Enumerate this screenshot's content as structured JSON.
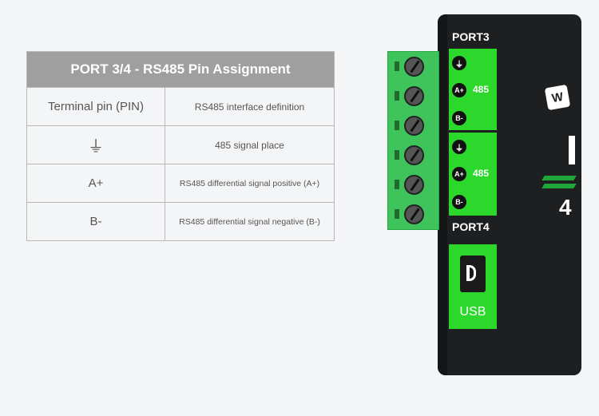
{
  "table": {
    "title": "PORT 3/4 - RS485 Pin Assignment",
    "header": {
      "col1": "Terminal pin (PIN)",
      "col2": "RS485 interface definition"
    },
    "rows": [
      {
        "pin": "⏚",
        "definition": "485 signal place",
        "pin_icon": "ground-icon"
      },
      {
        "pin": "A+",
        "definition": "RS485 differential signal positive (A+)"
      },
      {
        "pin": "B-",
        "definition": "RS485 differential signal negative (B-)"
      }
    ]
  },
  "device": {
    "port3_label": "PORT3",
    "port4_label": "PORT4",
    "ports": [
      {
        "pins": [
          "⏚",
          "A+",
          "B-"
        ],
        "protocol": "485"
      },
      {
        "pins": [
          "⏚",
          "A+",
          "B-"
        ],
        "protocol": "485"
      }
    ],
    "usb_label": "USB",
    "usb_glyph": "D",
    "partial_digit": "4",
    "colors": {
      "panel_green": "#2dd82d",
      "body": "#1e1f21",
      "terminal_green": "#3ec45a",
      "table_header": "#9f9f9f"
    }
  }
}
